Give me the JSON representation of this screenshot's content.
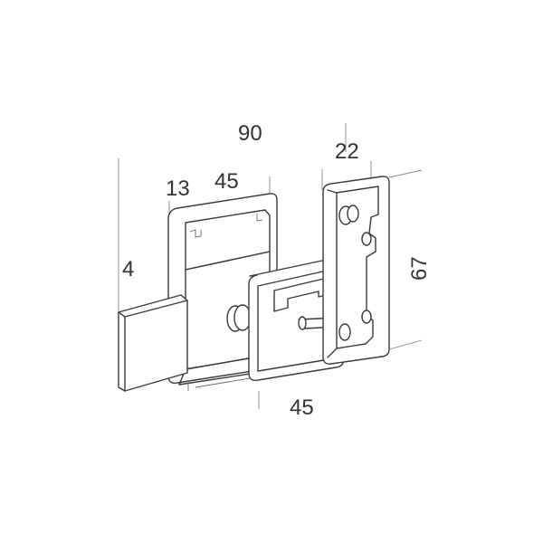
{
  "figure": {
    "subject": "rim lock with latch bolt, strike plate and key",
    "line_color": "#3a3a3a",
    "background": "#ffffff"
  },
  "dimensions": {
    "overall_width": "90",
    "bolt_projection": "4",
    "case_offset": "13",
    "case_depth_top": "45",
    "case_depth_bottom": "45",
    "strike_width": "22",
    "strike_height": "67"
  }
}
